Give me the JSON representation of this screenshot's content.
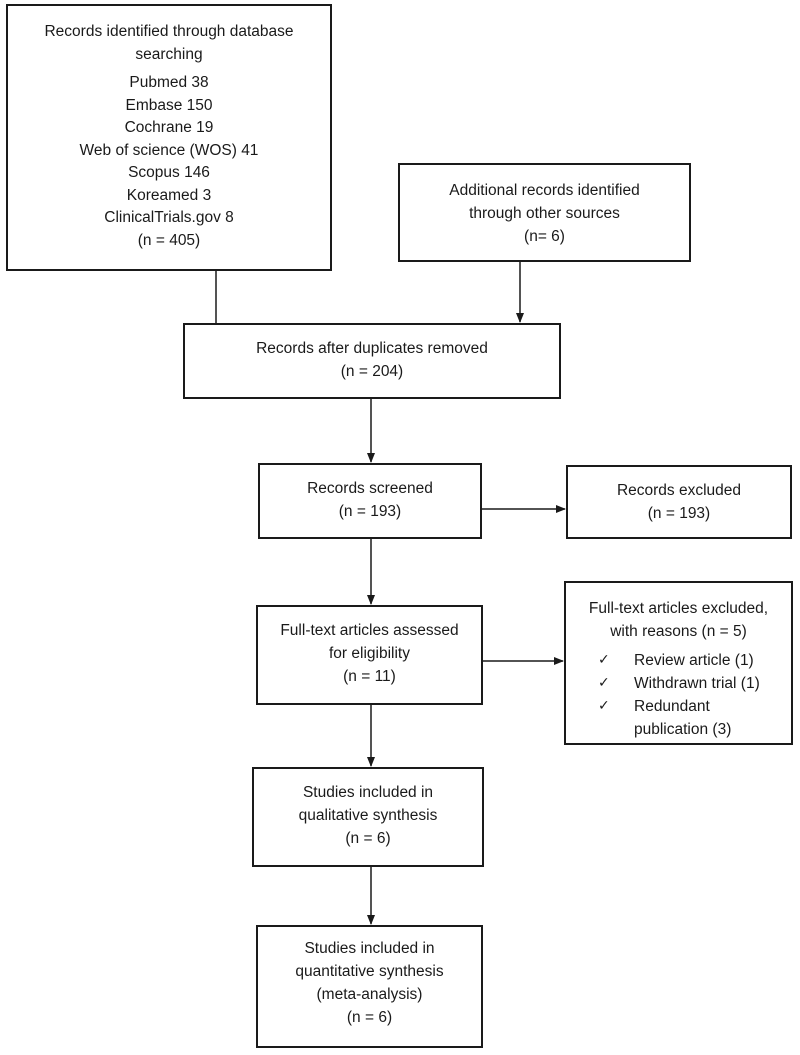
{
  "boxes": {
    "database": {
      "title_lines": [
        "Records identified through database",
        "searching"
      ],
      "sources": [
        "Pubmed 38",
        "Embase 150",
        "Cochrane 19",
        "Web of science (WOS) 41",
        "Scopus 146",
        "Koreamed 3",
        "ClinicalTrials.gov 8"
      ],
      "count": "(n = 405)"
    },
    "additional": {
      "lines": [
        "Additional records identified",
        "through other sources",
        "(n= 6)"
      ]
    },
    "duplicates_removed": {
      "lines": [
        "Records after duplicates removed",
        "(n = 204)"
      ]
    },
    "screened": {
      "lines": [
        "Records screened",
        "(n = 193)"
      ]
    },
    "records_excluded": {
      "lines": [
        "Records excluded",
        "(n = 193)"
      ]
    },
    "fulltext_assessed": {
      "lines": [
        "Full-text articles assessed",
        "for eligibility",
        "(n = 11)"
      ]
    },
    "fulltext_excluded": {
      "lines": [
        "Full-text articles excluded,",
        "with reasons (n = 5)"
      ],
      "check_glyph": "✓",
      "reasons": [
        {
          "lines": [
            "Review article (1)"
          ]
        },
        {
          "lines": [
            "Withdrawn trial (1)"
          ]
        },
        {
          "lines": [
            "Redundant",
            "publication (3)"
          ]
        }
      ]
    },
    "qualitative": {
      "lines": [
        "Studies included in",
        "qualitative synthesis",
        "(n = 6)"
      ]
    },
    "quantitative": {
      "lines": [
        "Studies included in",
        "quantitative synthesis",
        "(meta-analysis)",
        "(n = 6)"
      ]
    }
  },
  "colors": {
    "line": "#1a1a1a",
    "background": "#ffffff"
  }
}
